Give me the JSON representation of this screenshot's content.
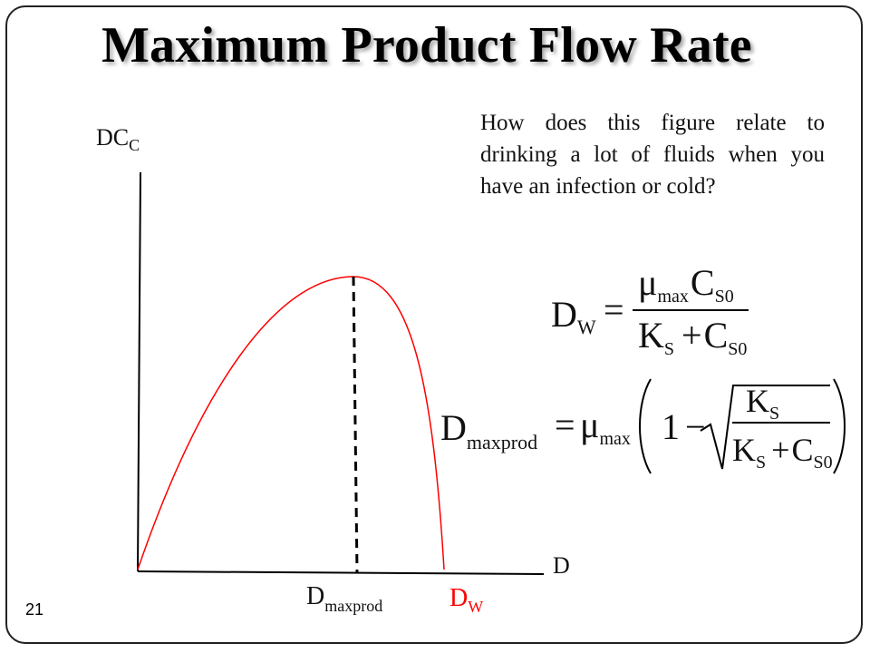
{
  "title": "Maximum Product Flow Rate",
  "question": "How does this figure relate to drinking a lot of fluids when you have an infection or cold?",
  "page_number": "21",
  "axes": {
    "y_label_main": "DC",
    "y_label_sub": "C",
    "x_label": "D"
  },
  "markers": {
    "dmax_main": "D",
    "dmax_sub": "maxprod",
    "dw_main": "D",
    "dw_sub": "W"
  },
  "colors": {
    "curve": "#ff0000",
    "axis": "#000000",
    "marker": "#000000",
    "dw_label": "#ff0000"
  },
  "equation_1": {
    "lhs_main": "D",
    "lhs_sub": "W",
    "equals": "=",
    "num_mu": "μ",
    "num_mu_sub": "max",
    "num_c": "C",
    "num_c_sub": "S0",
    "den_k": "K",
    "den_k_sub": "S",
    "den_plus": "+",
    "den_c": "C",
    "den_c_sub": "S0"
  },
  "equation_2": {
    "lhs_main": "D",
    "lhs_sub": "maxprod",
    "equals": "=",
    "mu": "μ",
    "mu_sub": "max",
    "one": "1",
    "minus": "−",
    "num_k": "K",
    "num_k_sub": "S",
    "den_k": "K",
    "den_k_sub": "S",
    "den_plus": "+",
    "den_c": "C",
    "den_c_sub": "S0"
  }
}
